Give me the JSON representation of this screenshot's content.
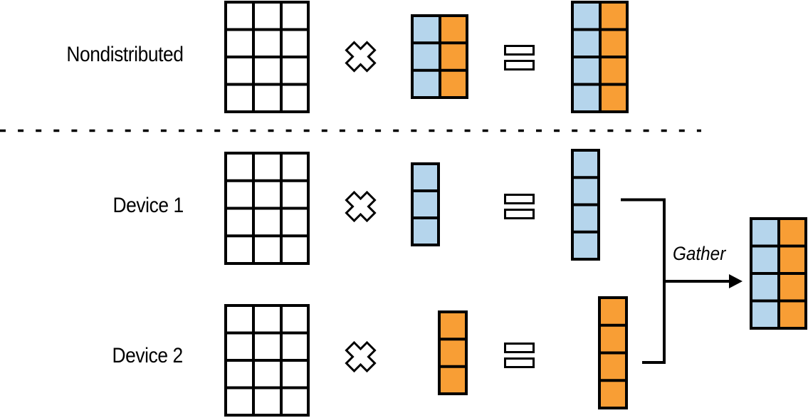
{
  "diagram": {
    "type": "tensor-parallel-matmul",
    "colors": {
      "blue": "#B5D5EC",
      "orange": "#F89E35",
      "stroke": "#000000",
      "background": "#FFFFFF"
    },
    "rows": [
      {
        "label": "Nondistributed",
        "input": {
          "rows": 4,
          "cols": 3,
          "fill": "white"
        },
        "operator1": "multiply-icon",
        "weight": {
          "rows": 3,
          "cols": 2,
          "fills": [
            "blue",
            "orange"
          ]
        },
        "operator2": "equals-icon",
        "output": {
          "rows": 4,
          "cols": 2,
          "fills": [
            "blue",
            "orange"
          ]
        }
      },
      {
        "label": "Device 1",
        "input": {
          "rows": 4,
          "cols": 3,
          "fill": "white"
        },
        "operator1": "multiply-icon",
        "weight": {
          "rows": 3,
          "cols": 1,
          "fills": [
            "blue"
          ]
        },
        "operator2": "equals-icon",
        "output": {
          "rows": 4,
          "cols": 1,
          "fills": [
            "blue"
          ]
        }
      },
      {
        "label": "Device 2",
        "input": {
          "rows": 4,
          "cols": 3,
          "fill": "white"
        },
        "operator1": "multiply-icon",
        "weight": {
          "rows": 3,
          "cols": 1,
          "fills": [
            "orange"
          ]
        },
        "operator2": "equals-icon",
        "output": {
          "rows": 4,
          "cols": 1,
          "fills": [
            "orange"
          ]
        }
      }
    ],
    "separator": "dashed-line",
    "gather": {
      "label": "Gather",
      "output": {
        "rows": 4,
        "cols": 2,
        "fills": [
          "blue",
          "orange"
        ]
      }
    }
  }
}
